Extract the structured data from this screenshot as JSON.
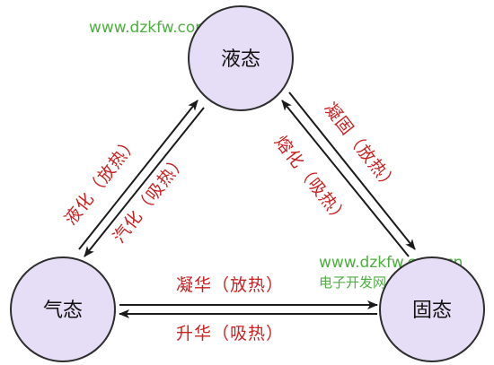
{
  "watermarks": {
    "top_url": "www.dzkfw.com.cn",
    "right_url": "www.dzkfw.com.cn",
    "right_name": "电子开发网"
  },
  "states": {
    "liquid": "液态",
    "gas": "气态",
    "solid": "固态"
  },
  "transitions": {
    "liquefaction": "液化（放热）",
    "vaporization": "汽化（吸热）",
    "solidification": "凝固（放热）",
    "melting": "熔化（吸热）",
    "deposition": "凝华（放热）",
    "sublimation": "升华（吸热）"
  },
  "colors": {
    "node_fill": "#e6def6",
    "node_stroke": "#2e2e2e",
    "label_red": "#cc1f1f",
    "watermark_green": "#4caf3f",
    "arrow": "#1a1a1a"
  }
}
